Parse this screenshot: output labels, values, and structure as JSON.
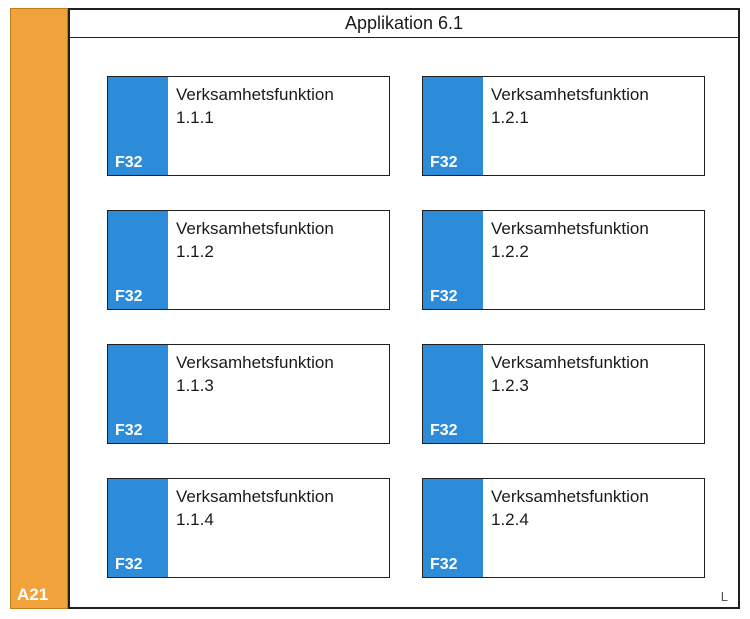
{
  "diagram": {
    "title": "Applikation 6.1",
    "left_bar": {
      "label": "A21",
      "color": "#f2a23b"
    },
    "corner_label": "L",
    "badge_color": "#2d8cd9",
    "cards": [
      {
        "badge": "F32",
        "name": "Verksamhetsfunktion",
        "number": "1.1.1"
      },
      {
        "badge": "F32",
        "name": "Verksamhetsfunktion",
        "number": "1.2.1"
      },
      {
        "badge": "F32",
        "name": "Verksamhetsfunktion",
        "number": "1.1.2"
      },
      {
        "badge": "F32",
        "name": "Verksamhetsfunktion",
        "number": "1.2.2"
      },
      {
        "badge": "F32",
        "name": "Verksamhetsfunktion",
        "number": "1.1.3"
      },
      {
        "badge": "F32",
        "name": "Verksamhetsfunktion",
        "number": "1.2.3"
      },
      {
        "badge": "F32",
        "name": "Verksamhetsfunktion",
        "number": "1.1.4"
      },
      {
        "badge": "F32",
        "name": "Verksamhetsfunktion",
        "number": "1.2.4"
      }
    ]
  }
}
